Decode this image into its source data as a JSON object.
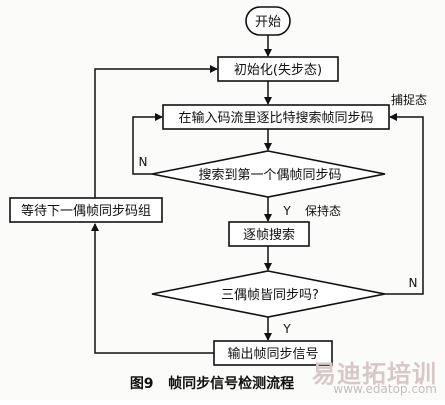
{
  "diagram": {
    "nodes": {
      "start": "开始",
      "init": "初始化(失步态)",
      "search_bits": "在输入码流里逐比特搜索帧同步码",
      "found_first": "搜索到第一个偶帧同步码",
      "frame_search": "逐帧搜索",
      "three_sync": "三偶帧皆同步吗?",
      "output": "输出帧同步信号",
      "wait_next": "等待下一偶帧同步码组"
    },
    "edge_labels": {
      "capture_state": "捕捉态",
      "no_1": "N",
      "yes_1": "Y",
      "hold_state": "保持态",
      "no_2": "N",
      "yes_2": "Y"
    }
  },
  "caption": "图9   帧同步信号检测流程",
  "watermark": {
    "brand": "易迪拓培训",
    "url": "www.edatop.com"
  }
}
